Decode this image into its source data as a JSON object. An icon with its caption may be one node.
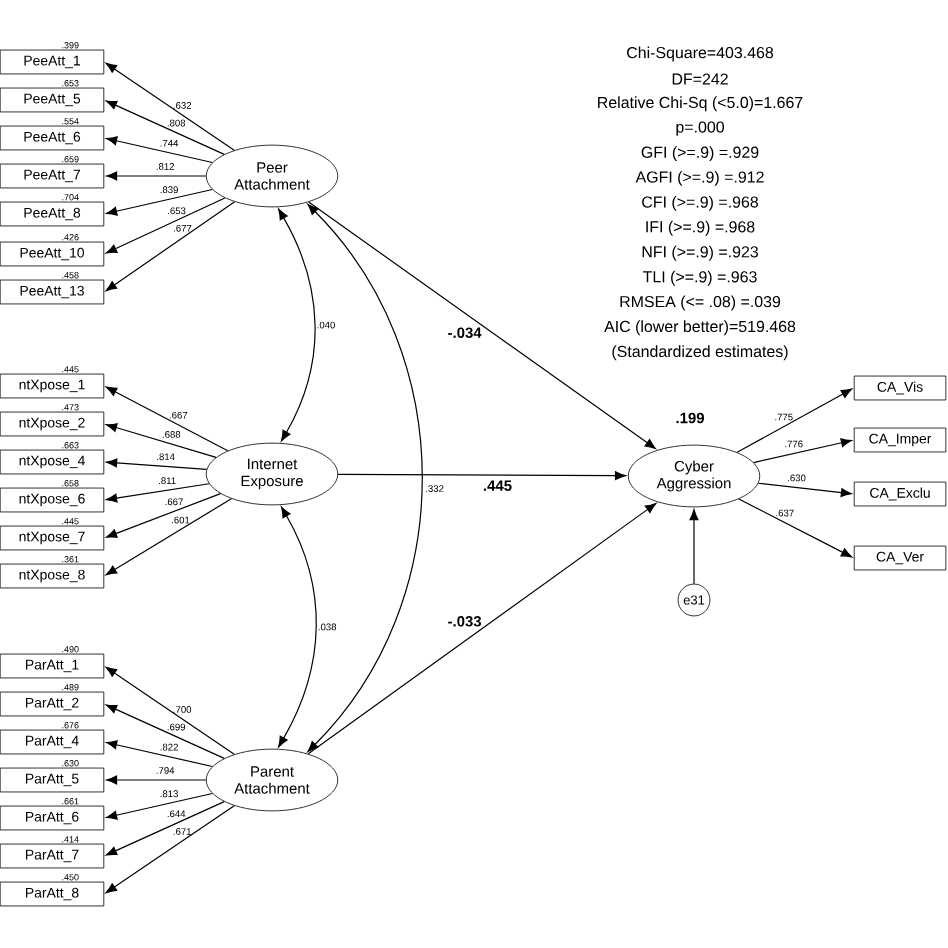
{
  "diagram": {
    "nodes": [
      {
        "text": [
          "Peer Attachment"
        ]
      },
      {
        "text": [
          "Internet Exposure"
        ]
      },
      {
        "text": [
          "Parent Attachment"
        ]
      },
      {
        "text": [
          "Cyber Aggression"
        ],
        "beside": [
          ".199"
        ]
      },
      {
        "text": [
          "e31"
        ]
      },
      {
        "text": [
          "PeeAtt_1"
        ],
        "beside": [
          ".399"
        ]
      },
      {
        "text": [
          "PeeAtt_5"
        ],
        "beside": [
          ".653"
        ]
      },
      {
        "text": [
          "PeeAtt_6"
        ],
        "beside": [
          ".554"
        ]
      },
      {
        "text": [
          "PeeAtt_7"
        ],
        "beside": [
          ".659"
        ]
      },
      {
        "text": [
          "PeeAtt_8"
        ],
        "beside": [
          ".704"
        ]
      },
      {
        "text": [
          "PeeAtt_10"
        ],
        "beside": [
          ".426"
        ]
      },
      {
        "text": [
          "PeeAtt_13"
        ],
        "beside": [
          ".458"
        ]
      },
      {
        "text": [
          "ntXpose_1"
        ],
        "beside": [
          ".445"
        ]
      },
      {
        "text": [
          "ntXpose_2"
        ],
        "beside": [
          ".473"
        ]
      },
      {
        "text": [
          "ntXpose_4"
        ],
        "beside": [
          ".663"
        ]
      },
      {
        "text": [
          "ntXpose_6"
        ],
        "beside": [
          ".658"
        ]
      },
      {
        "text": [
          "ntXpose_7"
        ],
        "beside": [
          ".445"
        ]
      },
      {
        "text": [
          "ntXpose_8"
        ],
        "beside": [
          ".361"
        ]
      },
      {
        "text": [
          "ParAtt_1"
        ],
        "beside": [
          ".490"
        ]
      },
      {
        "text": [
          "ParAtt_2"
        ],
        "beside": [
          ".489"
        ]
      },
      {
        "text": [
          "ParAtt_4"
        ],
        "beside": [
          ".676"
        ]
      },
      {
        "text": [
          "ParAtt_5"
        ],
        "beside": [
          ".630"
        ]
      },
      {
        "text": [
          "ParAtt_6"
        ],
        "beside": [
          ".661"
        ]
      },
      {
        "text": [
          "ParAtt_7"
        ],
        "beside": [
          ".414"
        ]
      },
      {
        "text": [
          "ParAtt_8"
        ],
        "beside": [
          ".450"
        ]
      },
      {
        "text": [
          "CA_Vis"
        ]
      },
      {
        "text": [
          "CA_Imper"
        ]
      },
      {
        "text": [
          "CA_Exclu"
        ]
      },
      {
        "text": [
          "CA_Ver"
        ]
      }
    ],
    "edges": [
      {
        "from": 0,
        "to": 5,
        "arrow": "to",
        "label": ".632"
      },
      {
        "from": 0,
        "to": 6,
        "arrow": "to",
        "label": ".808"
      },
      {
        "from": 0,
        "to": 7,
        "arrow": "to",
        "label": ".744"
      },
      {
        "from": 0,
        "to": 8,
        "arrow": "to",
        "label": ".812"
      },
      {
        "from": 0,
        "to": 9,
        "arrow": "to",
        "label": ".839"
      },
      {
        "from": 0,
        "to": 10,
        "arrow": "to",
        "label": ".653"
      },
      {
        "from": 0,
        "to": 11,
        "arrow": "to",
        "label": ".677"
      },
      {
        "from": 1,
        "to": 12,
        "arrow": "to",
        "label": ".667"
      },
      {
        "from": 1,
        "to": 13,
        "arrow": "to",
        "label": ".688"
      },
      {
        "from": 1,
        "to": 14,
        "arrow": "to",
        "label": ".814"
      },
      {
        "from": 1,
        "to": 15,
        "arrow": "to",
        "label": ".811"
      },
      {
        "from": 1,
        "to": 16,
        "arrow": "to",
        "label": ".667"
      },
      {
        "from": 1,
        "to": 17,
        "arrow": "to",
        "label": ".601"
      },
      {
        "from": 2,
        "to": 18,
        "arrow": "to",
        "label": ".700"
      },
      {
        "from": 2,
        "to": 19,
        "arrow": "to",
        "label": ".699"
      },
      {
        "from": 2,
        "to": 20,
        "arrow": "to",
        "label": ".822"
      },
      {
        "from": 2,
        "to": 21,
        "arrow": "to",
        "label": ".794"
      },
      {
        "from": 2,
        "to": 22,
        "arrow": "to",
        "label": ".813"
      },
      {
        "from": 2,
        "to": 23,
        "arrow": "to",
        "label": ".644"
      },
      {
        "from": 2,
        "to": 24,
        "arrow": "to",
        "label": ".671"
      },
      {
        "from": 0,
        "to": 1,
        "arrow": "both",
        "label": ".040"
      },
      {
        "from": 0,
        "to": 2,
        "arrow": "both",
        "label": ".332"
      },
      {
        "from": 1,
        "to": 2,
        "arrow": "both",
        "label": ".038"
      },
      {
        "from": 0,
        "to": 3,
        "arrow": "to",
        "label": "-.034"
      },
      {
        "from": 1,
        "to": 3,
        "arrow": "to",
        "label": ".445"
      },
      {
        "from": 2,
        "to": 3,
        "arrow": "to",
        "label": "-.033"
      },
      {
        "from": 4,
        "to": 3,
        "arrow": "to"
      },
      {
        "from": 3,
        "to": 25,
        "arrow": "to",
        "label": ".775"
      },
      {
        "from": 3,
        "to": 26,
        "arrow": "to",
        "label": ".776"
      },
      {
        "from": 3,
        "to": 27,
        "arrow": "to",
        "label": ".630"
      },
      {
        "from": 3,
        "to": 28,
        "arrow": "to",
        "label": ".637"
      }
    ],
    "labels": [
      "Chi-Square=403.468",
      "DF=242",
      "Relative Chi-Sq (<5.0)=1.667",
      "p=.000",
      "GFI (>=.9) =.929",
      "AGFI (>=.9) =.912",
      "CFI (>=.9) =.968",
      "IFI (>=.9) =.968",
      "NFI (>=.9) =.923",
      "TLI (>=.9) =.963",
      "RMSEA (<= .08) =.039",
      "AIC (lower better)=519.468",
      "(Standardized estimates)"
    ]
  }
}
